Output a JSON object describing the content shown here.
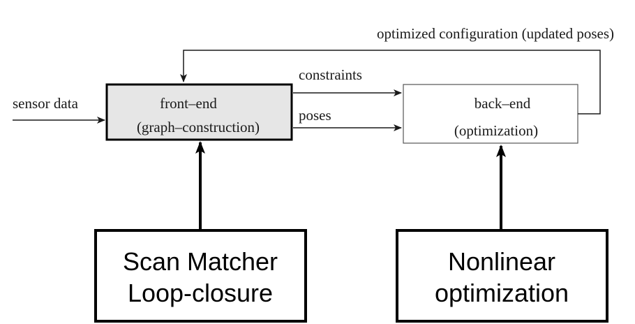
{
  "nodes": {
    "front_end": {
      "line1": "front–end",
      "line2": "(graph–construction)",
      "fill": "#e6e6e6"
    },
    "back_end": {
      "line1": "back–end",
      "line2": "(optimization)",
      "fill": "#ffffff"
    },
    "scan_matcher": {
      "line1": "Scan Matcher",
      "line2": "Loop-closure"
    },
    "nonlinear": {
      "line1": "Nonlinear",
      "line2": "optimization"
    }
  },
  "edges": {
    "sensor_data": "sensor data",
    "constraints": "constraints",
    "poses": "poses",
    "feedback": "optimized configuration (updated poses)"
  }
}
